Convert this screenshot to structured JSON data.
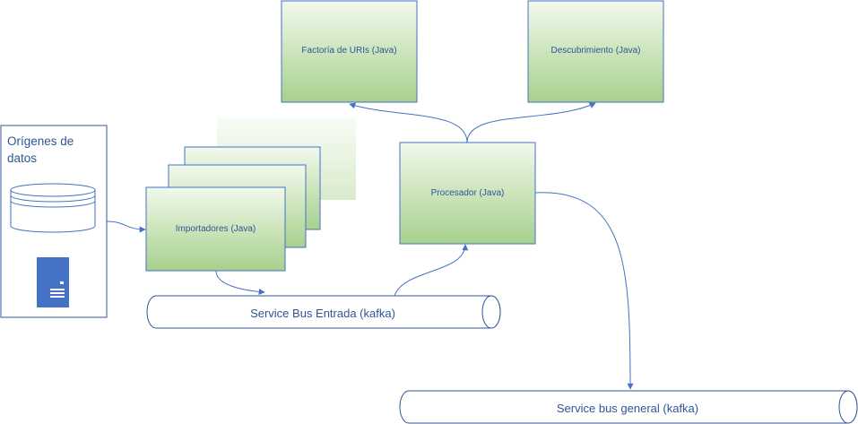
{
  "data_sources": {
    "title": "Orígenes de datos",
    "title_lines": [
      "Orígenes de",
      "datos"
    ]
  },
  "nodes": {
    "uri_factory": "Factoría de URIs (Java)",
    "discovery": "Descubrimiento (Java)",
    "processor": "Procesador (Java)",
    "importers": "Importadores (Java)"
  },
  "buses": {
    "input": "Service Bus Entrada (kafka)",
    "general": "Service bus general (kafka)"
  },
  "colors": {
    "box_top": "#f1f9ec",
    "box_bottom": "#a8d08d",
    "stroke": "#4472c4",
    "arrow": "#4472c4",
    "text": "#2f5597",
    "server": "#4472c4"
  },
  "icons": [
    "database-icon",
    "server-icon"
  ]
}
